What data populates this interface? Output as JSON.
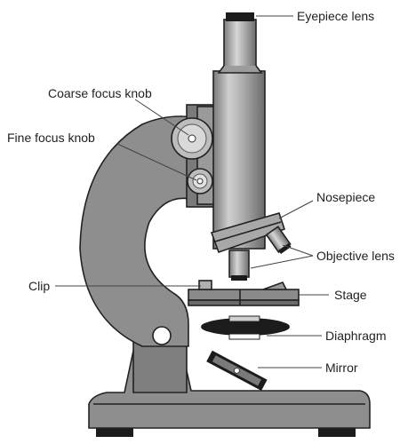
{
  "labels": {
    "eyepiece": "Eyepiece lens",
    "coarse": "Coarse focus knob",
    "fine": "Fine focus knob",
    "nosepiece": "Nosepiece",
    "objective": "Objective lens",
    "clip": "Clip",
    "stage": "Stage",
    "diaphragm": "Diaphragm",
    "mirror": "Mirror"
  },
  "colors": {
    "body": "#8e8e8e",
    "body_light": "#b5b5b5",
    "body_dark": "#5e5e5e",
    "black": "#1c1c1c",
    "outline": "#222222"
  }
}
